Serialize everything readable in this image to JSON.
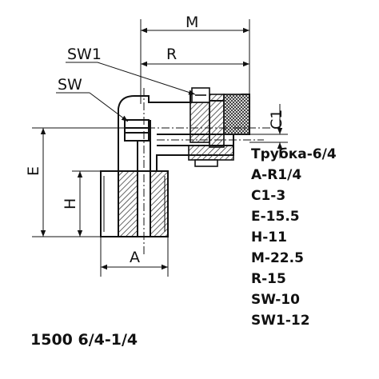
{
  "diagram": {
    "dimension_labels": {
      "M": "M",
      "R": "R",
      "SW1": "SW1",
      "SW": "SW",
      "C1": "C1",
      "E": "E",
      "H": "H",
      "A": "A"
    },
    "specs": [
      "Трубка-6/4",
      "A-R1/4",
      "C1-3",
      "E-15.5",
      "H-11",
      "M-22.5",
      "R-15",
      "SW-10",
      "SW1-12"
    ],
    "part_number": "1500 6/4-1/4"
  }
}
